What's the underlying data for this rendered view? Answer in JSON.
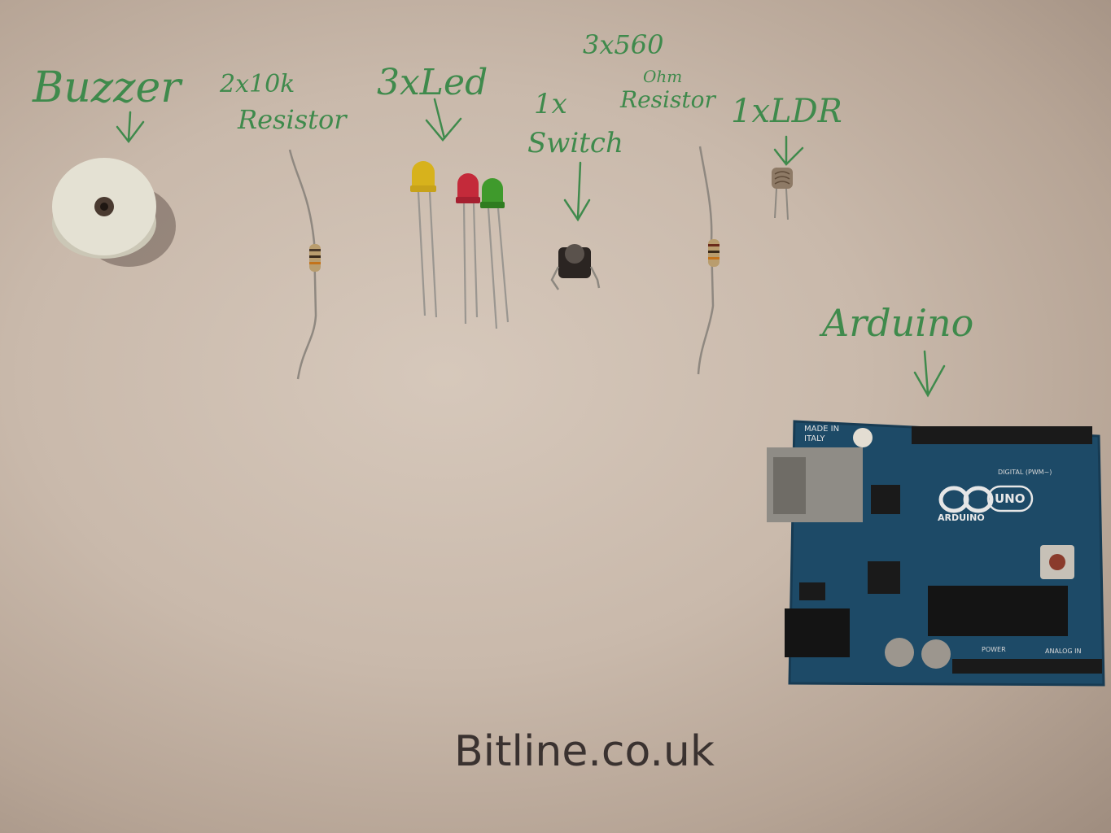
{
  "labels": {
    "buzzer": "Buzzer",
    "resistor_10k_line1": "2x10k",
    "resistor_10k_line2": "Resistor",
    "led": "3xLed",
    "switch_line1": "1x",
    "switch_line2": "Switch",
    "resistor_560_line1": "3x560",
    "resistor_560_line2": "Ohm",
    "resistor_560_line3": "Resistor",
    "ldr": "1xLDR",
    "arduino": "Arduino"
  },
  "board": {
    "made_in": "MADE IN ITALY",
    "brand": "ARDUINO",
    "model": "UNO",
    "digital": "DIGITAL (PWM~)",
    "power": "POWER",
    "analog": "ANALOG IN"
  },
  "watermark": "Bitline.co.uk",
  "colors": {
    "ink": "#3f8a4c",
    "led_yellow": "#d7b21c",
    "led_red": "#c42a3a",
    "led_green": "#3f9a2c",
    "board": "#1f4d6b"
  }
}
